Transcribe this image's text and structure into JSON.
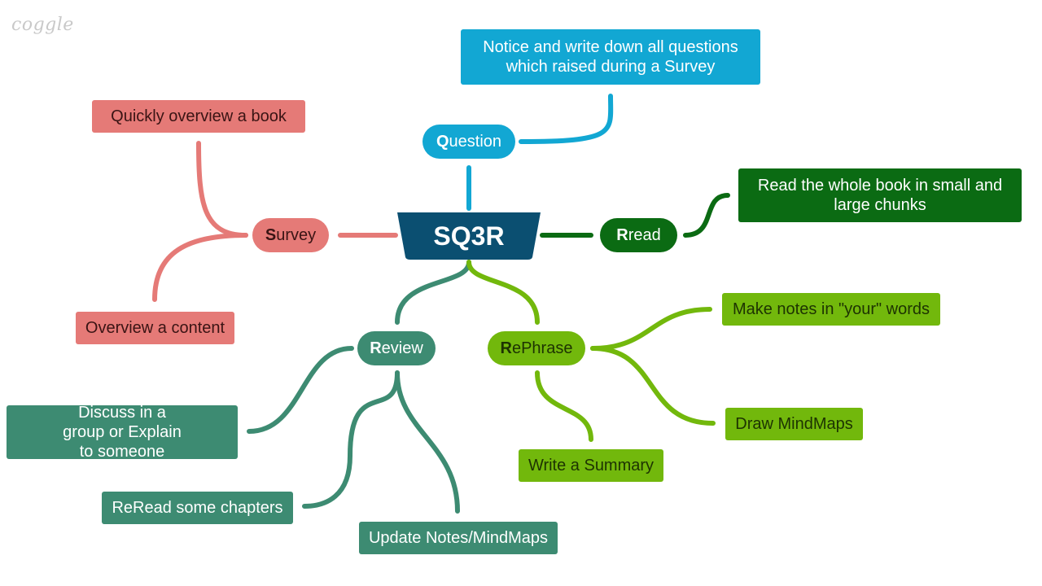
{
  "app": {
    "logo_text": "coggle"
  },
  "colors": {
    "root": "#0b4f71",
    "question": "#12a7d3",
    "survey": "#e57a77",
    "read": "#0b6b13",
    "review": "#3d8b72",
    "rephrase": "#72b80c"
  },
  "root": {
    "label": "SQ3R"
  },
  "branches": {
    "question": {
      "initial": "Q",
      "rest": "uestion",
      "note": "Notice and write down all questions which raised during a Survey"
    },
    "survey": {
      "initial": "S",
      "rest": "urvey",
      "notes": [
        "Quickly overview a book",
        "Overview a content"
      ]
    },
    "read": {
      "initial": "R",
      "rest": "read",
      "note": "Read the whole book in small and large chunks"
    },
    "review": {
      "initial": "R",
      "rest": "eview",
      "notes": [
        "Discuss in a group or Explain to someone",
        "ReRead some chapters",
        "Update Notes/MindMaps"
      ]
    },
    "rephrase": {
      "initial": "R",
      "rest": "ePhrase",
      "notes": [
        "Make notes in \"your\" words",
        "Draw MindMaps",
        "Write a Summary"
      ]
    }
  }
}
